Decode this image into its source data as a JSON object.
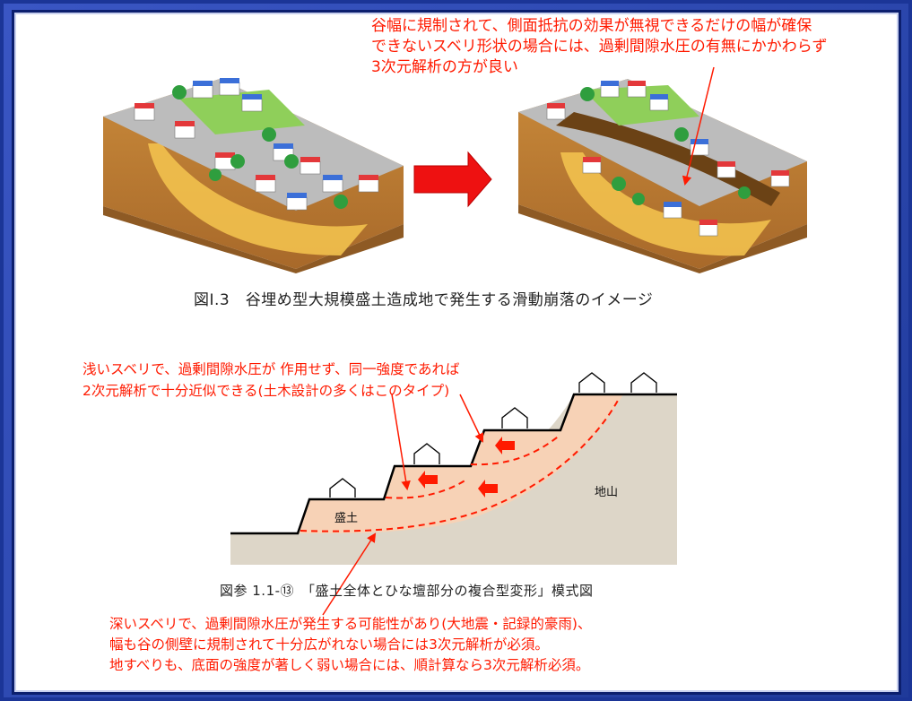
{
  "top_note": {
    "lines": [
      "谷幅に規制されて、側面抵抗の効果が無視できるだけの幅が確保",
      "できないスベリ形状の場合には、過剰間隙水圧の有無にかかわらず",
      "3次元解析の方が良い"
    ]
  },
  "figure1": {
    "caption": "図Ⅰ.3　谷埋め型大規模盛土造成地で発生する滑動崩落のイメージ"
  },
  "shallow_note": {
    "lines": [
      "浅いスベリで、過剰間隙水圧が 作用せず、同一強度であれば",
      "2次元解析で十分近似できる(土木設計の多くはこのタイプ)"
    ]
  },
  "figure2": {
    "caption": "図参 1.1-⑬　「盛土全体とひな壇部分の複合型変形」模式図",
    "fill_label": "盛土",
    "ground_label": "地山"
  },
  "deep_note": {
    "lines": [
      "深いスベリで、過剰間隙水圧が発生する可能性があり(大地震・記録的豪雨)、",
      "幅も谷の側壁に規制されて十分広がれない場合には3次元解析が必須。",
      "地すべりも、底面の強度が著しく弱い場合には、順計算なら3次元解析必須。"
    ]
  },
  "colors": {
    "frame": "#1f3a9a",
    "annotation_red": "#ff1a00",
    "fill_soil": "#f7d2b6",
    "ground": "#ddd6c8"
  }
}
